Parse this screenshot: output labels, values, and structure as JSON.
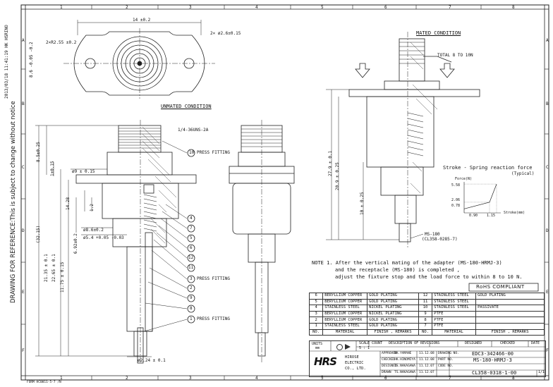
{
  "side_notes": {
    "timestamp": "2013/03/18 11:41:19 HK HSRINO",
    "reference": "DRAWING FOR REFERENCE:This is subject to change without notice"
  },
  "grid": {
    "columns": [
      "1",
      "2",
      "3",
      "4",
      "5",
      "6",
      "7",
      "8"
    ],
    "rows": [
      "A",
      "B",
      "C",
      "D",
      "E",
      "F"
    ]
  },
  "views": {
    "top_dims": [
      "14 ±0.2",
      "2×R2.55 ±0.2",
      "2× ø2.6±0.15",
      "8.6 -0.05 -0.2"
    ],
    "unmated_title": "UNMATED CONDITION",
    "mated_title": "MATED CONDITION",
    "load_label": "TOTAL 8 TO 10N",
    "thread_label": "1/4-36UNS-2A",
    "section_dims": [
      "8.5±0.25",
      "1±0.15",
      "ø9 ± 0.15",
      "14.28",
      "1.2",
      "(32.15)",
      "ø8.6±0.2",
      "ø5.4 +0.05 -0.03",
      "6.92±0.2",
      "21.35 ± 0.1",
      "22.65 ± 0.1",
      "11.75 ± 0.15",
      "ø2.24 ± 0.1"
    ],
    "mated_dims": [
      "27.9 ± 0.1",
      "20.9 ± 0.25",
      "10 ± 0.25"
    ],
    "callouts": [
      {
        "num": "10",
        "text": "PRESS FITTING"
      },
      {
        "num": "4",
        "text": ""
      },
      {
        "num": "7",
        "text": ""
      },
      {
        "num": "5",
        "text": ""
      },
      {
        "num": "6",
        "text": ""
      },
      {
        "num": "12",
        "text": ""
      },
      {
        "num": "11",
        "text": ""
      },
      {
        "num": "3",
        "text": "PRESS FITTING"
      },
      {
        "num": "2",
        "text": ""
      },
      {
        "num": "9",
        "text": ""
      },
      {
        "num": "8",
        "text": ""
      },
      {
        "num": "1",
        "text": "PRESS FITTING"
      }
    ],
    "ms_label": "MS-180",
    "ms_sub": "(CL358-0285-7)"
  },
  "spring_chart": {
    "title": "Stroke - Spring reaction force",
    "subtitle": "(Typical)",
    "ylabel": "Force(N)",
    "xlabel": "Stroke(mm)",
    "y_ticks": [
      "5.58",
      "2.06",
      "0.78"
    ],
    "x_ticks": [
      "0.90",
      "1.15"
    ]
  },
  "chart_data": {
    "type": "line",
    "title": "Stroke - Spring reaction force",
    "subtitle": "(Typical)",
    "xlabel": "Stroke(mm)",
    "ylabel": "Force(N)",
    "series": [
      {
        "name": "",
        "x": [
          0,
          0.9,
          1.15
        ],
        "y": [
          0.78,
          2.06,
          5.58
        ]
      }
    ],
    "xlim": [
      0,
      1.3
    ],
    "ylim": [
      0,
      6
    ]
  },
  "note": {
    "lines": [
      "NOTE  1. After the vertical mating of the adapter (MS-180-HRMJ-3)",
      "and the receptacle (MS-180) is completed ,",
      "adjust the fixture stop and the load force to within 8 to 10 N."
    ]
  },
  "rohs": "RoHS COMPLIANT",
  "bom": {
    "rows": [
      [
        "6",
        "BERYLLIUM COPPER",
        "GOLD PLATING",
        "12",
        "STAINLESS STEEL",
        "GOLD PLATING"
      ],
      [
        "5",
        "BERYLLIUM COPPER",
        "GOLD PLATING",
        "11",
        "STAINLESS STEEL",
        ""
      ],
      [
        "4",
        "STAINLESS STEEL",
        "NICKEL PLATING",
        "10",
        "STAINLESS STEEL",
        "PASSIVATE"
      ],
      [
        "3",
        "BERYLLIUM COPPER",
        "NICKEL PLATING",
        "9",
        "PTFE",
        ""
      ],
      [
        "2",
        "BERYLLIUM COPPER",
        "GOLD PLATING",
        "8",
        "PTFE",
        ""
      ],
      [
        "1",
        "STAINLESS STEEL",
        "GOLD PLATING",
        "7",
        "PTFE",
        ""
      ]
    ],
    "header": [
      "NO.",
      "MATERIAL",
      "FINISH , REMARKS",
      "NO.",
      "MATERIAL",
      "FINISH , REMARKS"
    ]
  },
  "title_block": {
    "units": "UNITS",
    "units_val": "mm",
    "scale": "SCALE",
    "scale_val": "5 : 1",
    "count": "COUNT",
    "desc_rev": "DESCRIPTION OF REVISIONS",
    "designed": "DESIGNED",
    "checked": "CHECKED",
    "date": "DATE",
    "logo": "HRS",
    "company": [
      "HIROSE",
      "ELECTRIC",
      "CO., LTD."
    ],
    "approvals": [
      {
        "role": "APPROVED",
        "name": "NK.YAMANE",
        "date": "11.12.08"
      },
      {
        "role": "CHECKED",
        "name": "HK.HINOMIYA",
        "date": "11.12.08"
      },
      {
        "role": "DESIGNED",
        "name": "TS.NAKAGAWA",
        "date": "11.12.07"
      },
      {
        "role": "DRAWN",
        "name": "TS.NAKAGAWA",
        "date": "11.12.07"
      }
    ],
    "field_labels": [
      "DRAWING NO.",
      "PART NO.",
      "CODE NO."
    ],
    "drawing_no": "EDC3-342466-00",
    "part_no": "MS-180-HRMJ-3",
    "code_no": "CL358-0318-1-00",
    "sheet": "1/1"
  },
  "form_no": "FORM HC0011-5-7 /N"
}
